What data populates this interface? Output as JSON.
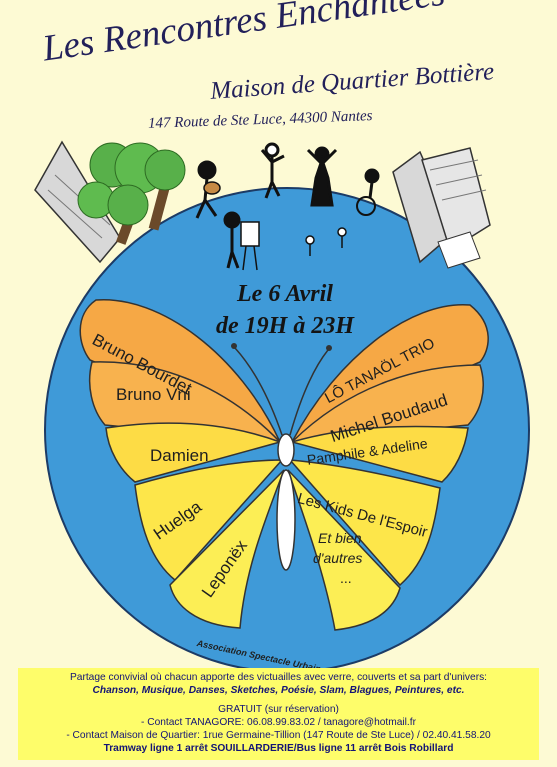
{
  "header": {
    "title": "Les Rencontres Enchantées",
    "subtitle": "Maison de Quartier Bottière",
    "address": "147 Route de Ste Luce, 44300 Nantes"
  },
  "event": {
    "date": "Le 6 Avril",
    "time": "de 19H à 23H"
  },
  "artists": {
    "left": [
      "Bruno Bourdet",
      "Bruno Vni",
      "Damien",
      "Huelga",
      "Leponëx"
    ],
    "right": [
      "LÔ TANAÖL TRIO",
      "Michel Boudaud",
      "Pamphile & Adeline",
      "Les Kids De l'Espoir",
      "Et bien",
      "d'autres",
      "..."
    ]
  },
  "organizer": "Association Spectacle Urbain",
  "info": {
    "line1": "Partage convivial où chacun apporte des victuailles avec verre, couverts et sa part d'univers:",
    "line2": "Chanson, Musique, Danses, Sketches, Poésie, Slam, Blagues, Peintures, etc.",
    "free": "GRATUIT (sur réservation)",
    "contact1": "- Contact TANAGORE: 06.08.99.83.02 / tanagore@hotmail.fr",
    "contact2": "- Contact Maison de Quartier: 1rue Germaine-Tillion (147 Route de Ste Luce) / 02.40.41.58.20",
    "transport": "Tramway ligne 1 arrêt SOUILLARDERIE/Bus ligne 11 arrêt Bois Robillard"
  },
  "colors": {
    "background": "#fdfad4",
    "globe": "#3f9ad8",
    "wing_orange": "#f6a845",
    "wing_yellow": "#fde64a",
    "info_band": "#fefd6a"
  }
}
